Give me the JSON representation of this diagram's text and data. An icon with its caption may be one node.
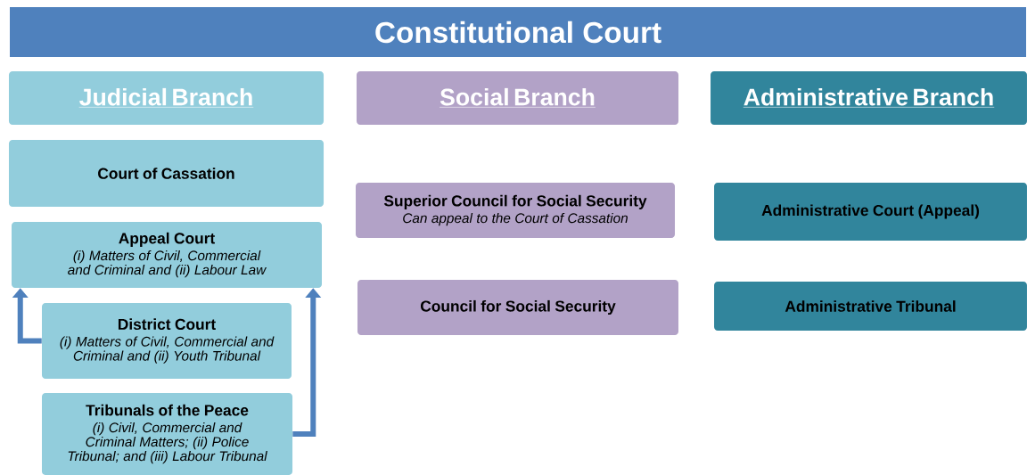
{
  "diagram": {
    "title": "Constitutional Court",
    "nodes": [
      {
        "text": [
          "Judicial Branch"
        ]
      },
      {
        "text": [
          "Social Branch"
        ]
      },
      {
        "text": [
          "Administrative Branch"
        ]
      },
      {
        "text": [
          "Court of Cassation"
        ]
      },
      {
        "text": [
          "Appeal Court",
          "(i) Matters of Civil, Commercial and Criminal and (ii) Labour Law"
        ]
      },
      {
        "text": [
          "District Court",
          "(i) Matters of Civil, Commercial and Criminal and (ii) Youth Tribunal"
        ]
      },
      {
        "text": [
          "Tribunals of the Peace",
          "(i) Civil,  Commercial and Criminal Matters; (ii) Police Tribunal; and (iii) Labour Tribunal"
        ]
      },
      {
        "text": [
          "Superior Council for Social Security",
          "Can appeal to the Court of Cassation"
        ]
      },
      {
        "text": [
          "Council for Social Security"
        ]
      },
      {
        "text": [
          "Administrative Court (Appeal)"
        ]
      },
      {
        "text": [
          "Administrative Tribunal"
        ]
      }
    ],
    "edges": [
      {
        "from": 5,
        "to": 4,
        "arrow": "to"
      },
      {
        "from": 6,
        "to": 4,
        "arrow": "to"
      }
    ]
  }
}
